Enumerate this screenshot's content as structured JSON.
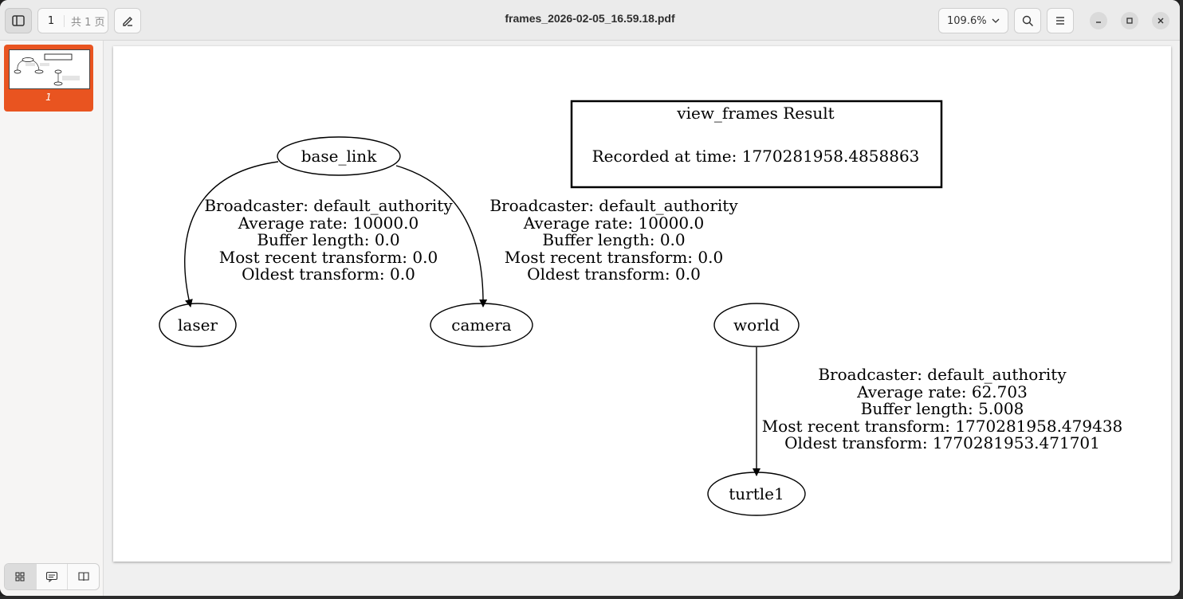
{
  "toolbar": {
    "page_current": "1",
    "page_total": "共 1 页",
    "title": "frames_2026-02-05_16.59.18.pdf",
    "zoom": "109.6%"
  },
  "sidebar": {
    "thumbnail_label": "1"
  },
  "graph": {
    "result_box": {
      "title": "view_frames Result",
      "recorded": "Recorded at time: 1770281958.4858863"
    },
    "nodes": {
      "base_link": "base_link",
      "laser": "laser",
      "camera": "camera",
      "world": "world",
      "turtle1": "turtle1"
    },
    "edge_base_laser": {
      "broadcaster": "Broadcaster: default_authority",
      "rate": "Average rate: 10000.0",
      "buffer": "Buffer length: 0.0",
      "recent": "Most recent transform: 0.0",
      "oldest": "Oldest transform: 0.0"
    },
    "edge_base_camera": {
      "broadcaster": "Broadcaster: default_authority",
      "rate": "Average rate: 10000.0",
      "buffer": "Buffer length: 0.0",
      "recent": "Most recent transform: 0.0",
      "oldest": "Oldest transform: 0.0"
    },
    "edge_world_turtle1": {
      "broadcaster": "Broadcaster: default_authority",
      "rate": "Average rate: 62.703",
      "buffer": "Buffer length: 5.008",
      "recent": "Most recent transform: 1770281958.479438",
      "oldest": "Oldest transform: 1770281953.471701"
    }
  }
}
